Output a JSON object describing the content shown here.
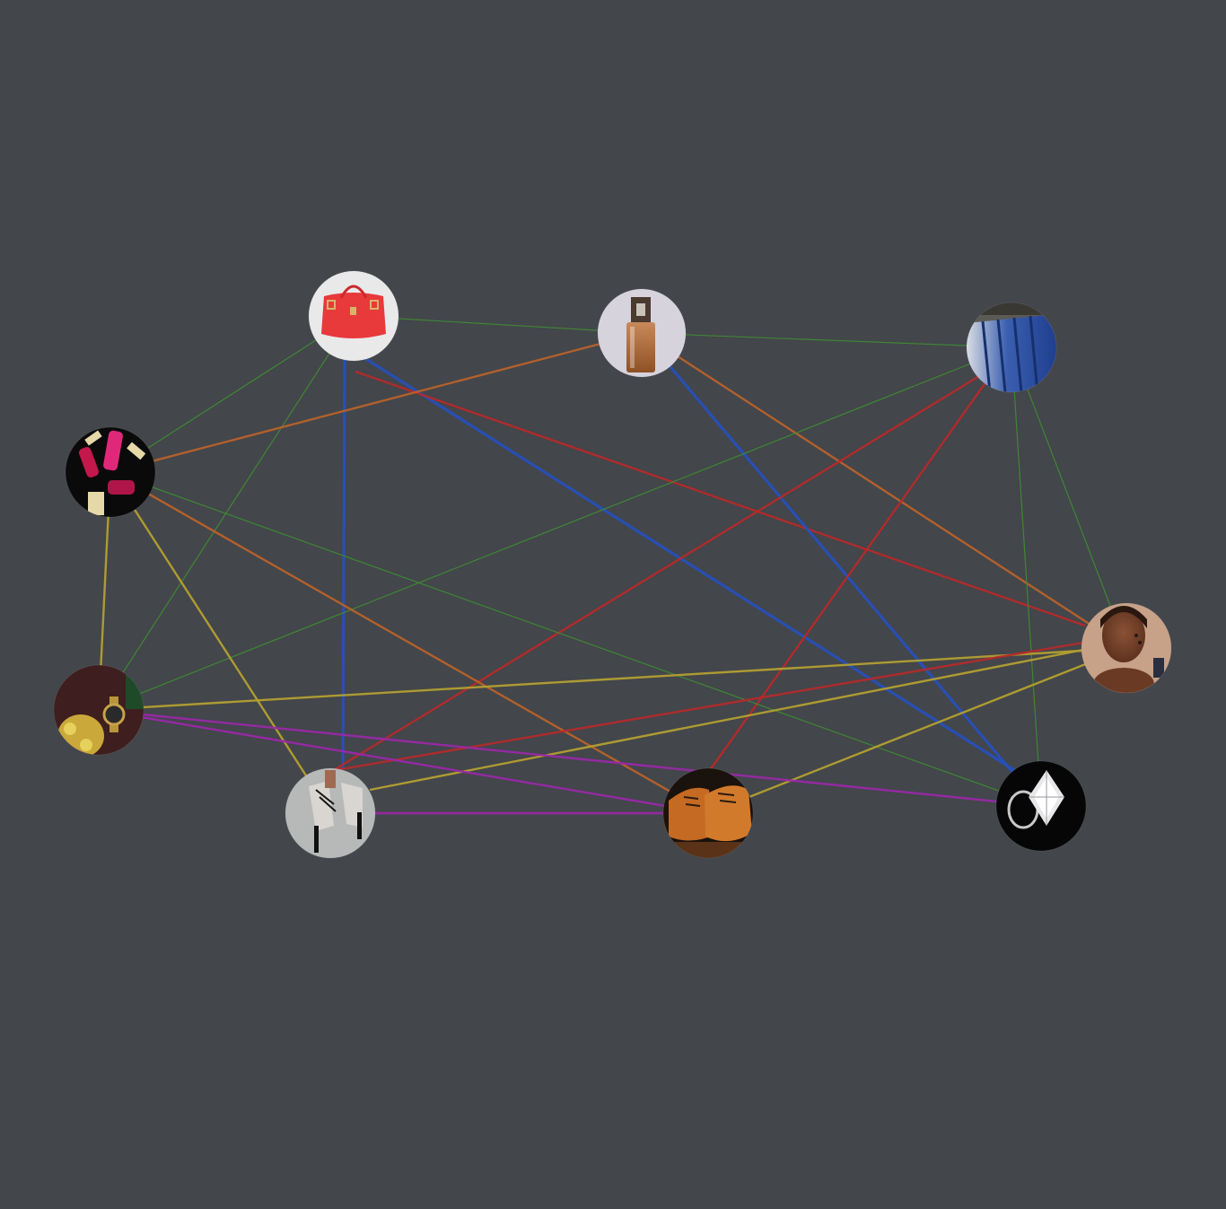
{
  "graph": {
    "background": "#43464b",
    "edge_colors": {
      "green": "#3f8a34",
      "orange": "#b8622a",
      "blue": "#2750b8",
      "red": "#b52a2a",
      "yellow": "#b3a030",
      "purple": "#9a28a8"
    },
    "nodes": [
      {
        "id": "handbag",
        "icon": "red-handbag-photo"
      },
      {
        "id": "perfume",
        "icon": "perfume-bottle-photo"
      },
      {
        "id": "suits",
        "icon": "blue-suits-rack-photo"
      },
      {
        "id": "lipstick",
        "icon": "lipsticks-photo"
      },
      {
        "id": "model",
        "icon": "woman-portrait-photo"
      },
      {
        "id": "watch",
        "icon": "wristwatch-photo"
      },
      {
        "id": "heels",
        "icon": "high-heels-photo"
      },
      {
        "id": "oxfords",
        "icon": "brown-oxford-shoes-photo"
      },
      {
        "id": "ring",
        "icon": "diamond-ring-photo"
      }
    ],
    "edges": [
      {
        "from": "handbag",
        "to": "perfume",
        "color": "green"
      },
      {
        "from": "handbag",
        "to": "lipstick",
        "color": "green"
      },
      {
        "from": "handbag",
        "to": "watch",
        "color": "green"
      },
      {
        "from": "handbag",
        "to": "heels",
        "color": "blue"
      },
      {
        "from": "handbag",
        "to": "ring",
        "color": "blue"
      },
      {
        "from": "handbag",
        "to": "model",
        "color": "red"
      },
      {
        "from": "perfume",
        "to": "suits",
        "color": "green"
      },
      {
        "from": "perfume",
        "to": "lipstick",
        "color": "orange"
      },
      {
        "from": "perfume",
        "to": "model",
        "color": "orange"
      },
      {
        "from": "perfume",
        "to": "ring",
        "color": "blue"
      },
      {
        "from": "suits",
        "to": "watch",
        "color": "green"
      },
      {
        "from": "suits",
        "to": "heels",
        "color": "red"
      },
      {
        "from": "suits",
        "to": "oxfords",
        "color": "red"
      },
      {
        "from": "suits",
        "to": "model",
        "color": "green"
      },
      {
        "from": "suits",
        "to": "ring",
        "color": "green"
      },
      {
        "from": "lipstick",
        "to": "watch",
        "color": "yellow"
      },
      {
        "from": "lipstick",
        "to": "heels",
        "color": "yellow"
      },
      {
        "from": "lipstick",
        "to": "oxfords",
        "color": "orange"
      },
      {
        "from": "lipstick",
        "to": "ring",
        "color": "green"
      },
      {
        "from": "model",
        "to": "watch",
        "color": "yellow"
      },
      {
        "from": "model",
        "to": "heels",
        "color": "red"
      },
      {
        "from": "model",
        "to": "oxfords",
        "color": "yellow"
      },
      {
        "from": "heels",
        "to": "model",
        "color": "yellow"
      },
      {
        "from": "watch",
        "to": "oxfords",
        "color": "purple"
      },
      {
        "from": "watch",
        "to": "ring",
        "color": "purple"
      },
      {
        "from": "heels",
        "to": "oxfords",
        "color": "purple"
      }
    ]
  }
}
